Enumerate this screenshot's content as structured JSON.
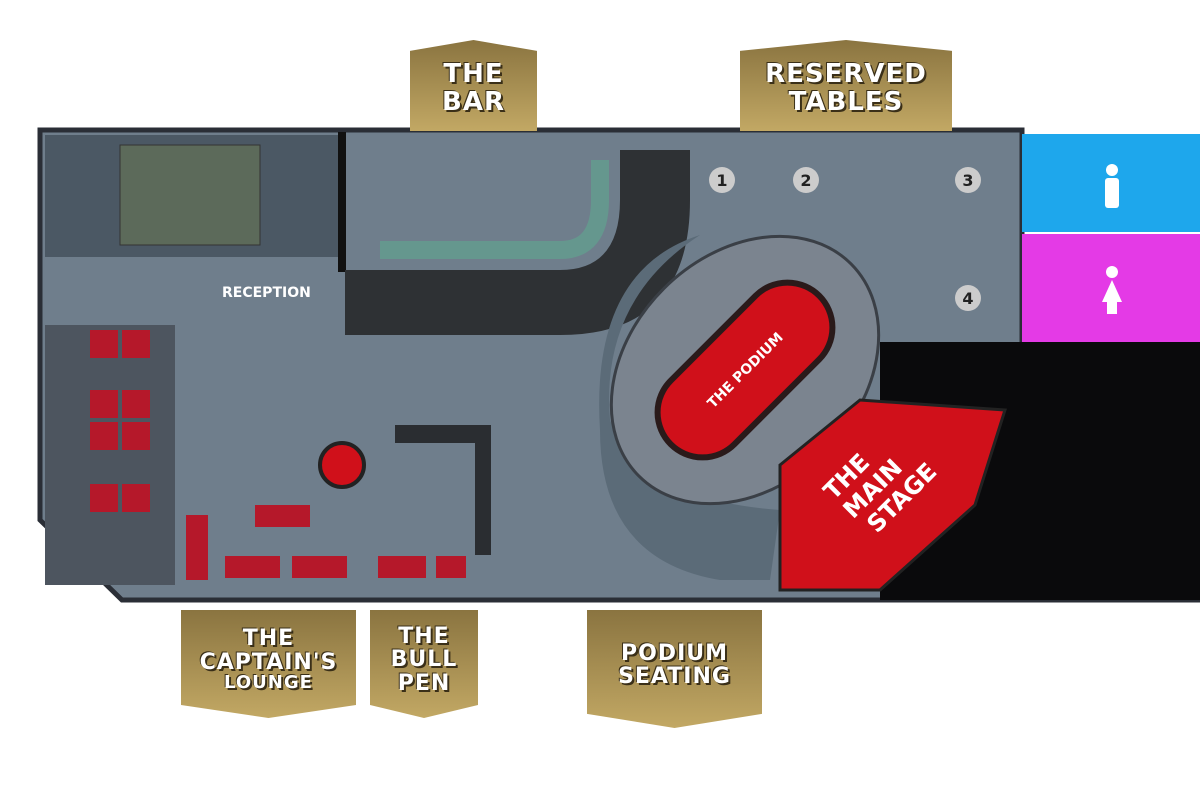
{
  "banners": {
    "bar": [
      "THE",
      "BAR"
    ],
    "reserved": [
      "RESERVED",
      "TABLES"
    ],
    "captains": [
      "THE",
      "CAPTAIN'S",
      "LOUNGE"
    ],
    "bullpen": [
      "THE",
      "BULL",
      "PEN"
    ],
    "podium_seating": [
      "PODIUM",
      "SEATING"
    ]
  },
  "map": {
    "reception": "RECEPTION",
    "podium": "THE PODIUM",
    "main_stage": [
      "THE",
      "MAIN",
      "STAGE"
    ],
    "reserved_tables": [
      "1",
      "2",
      "3",
      "4"
    ]
  },
  "colors": {
    "gold": "#a8904f",
    "red": "#d0101a",
    "floor": "#6f7e8c",
    "mens": "#1ea7ec",
    "womens": "#e43ae6"
  }
}
